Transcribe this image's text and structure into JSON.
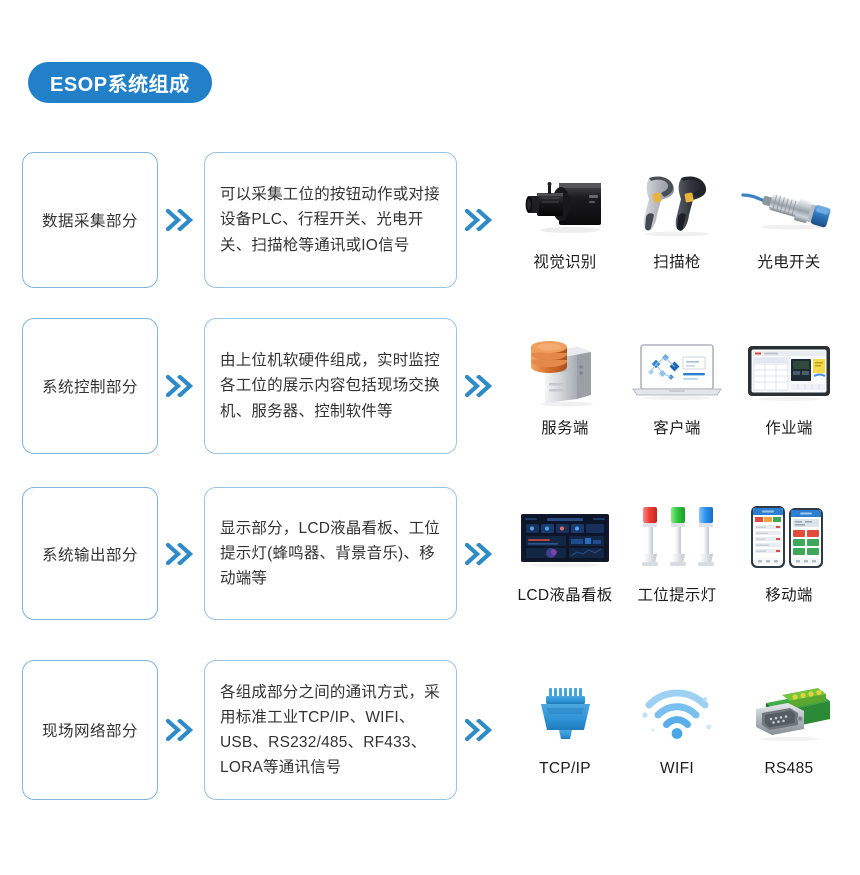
{
  "header": {
    "badge_title": "ESOP系统组成"
  },
  "rows": [
    {
      "stage_label": "数据采集部分",
      "description": "可以采集工位的按钮动作或对接设备PLC、行程开关、光电开关、扫描枪等通讯或IO信号",
      "icons": [
        {
          "name": "industrial-camera-icon",
          "label": "视觉识别"
        },
        {
          "name": "barcode-scanner-icon",
          "label": "扫描枪"
        },
        {
          "name": "photoelectric-sensor-icon",
          "label": "光电开关"
        }
      ]
    },
    {
      "stage_label": "系统控制部分",
      "description": "由上位机软硬件组成，实时监控各工位的展示内容包括现场交换机、服务器、控制软件等",
      "icons": [
        {
          "name": "server-tower-icon",
          "label": "服务端"
        },
        {
          "name": "laptop-icon",
          "label": "客户端"
        },
        {
          "name": "tablet-icon",
          "label": "作业端"
        }
      ]
    },
    {
      "stage_label": "系统输出部分",
      "description": "显示部分，LCD液晶看板、工位提示灯(蜂鸣器、背景音乐)、移动端等",
      "icons": [
        {
          "name": "lcd-dashboard-icon",
          "label": "LCD液晶看板"
        },
        {
          "name": "signal-tower-light-icon",
          "label": "工位提示灯"
        },
        {
          "name": "mobile-phones-icon",
          "label": "移动端"
        }
      ]
    },
    {
      "stage_label": "现场网络部分",
      "description": "各组成部分之间的通讯方式，采用标准工业TCP/IP、WIFI、USB、RS232/485、RF433、LORA等通讯信号",
      "icons": [
        {
          "name": "rj45-connector-icon",
          "label": "TCP/IP"
        },
        {
          "name": "wifi-signal-icon",
          "label": "WIFI"
        },
        {
          "name": "serial-adapter-icon",
          "label": "RS485"
        }
      ]
    }
  ],
  "colors": {
    "badge_blue": "#2180c8",
    "chevron_blue": "#2e8bc8",
    "stage_border": "#7fb4dd",
    "desc_border": "#9ac4e4",
    "text_dark": "#333333"
  }
}
